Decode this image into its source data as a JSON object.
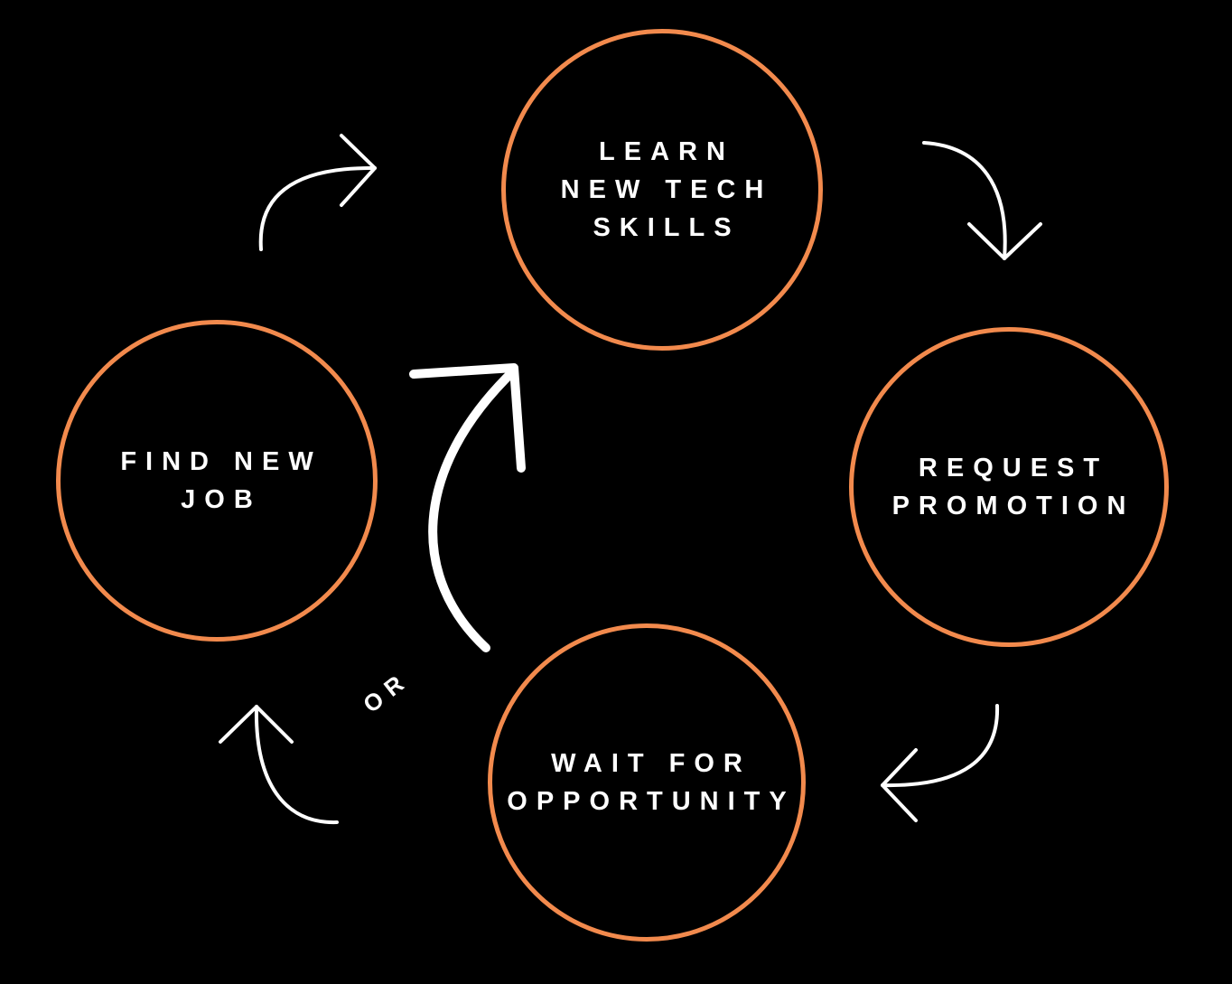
{
  "diagram": {
    "background_color": "#000000",
    "ring_color": "#f28a4d",
    "arrow_color": "#ffffff",
    "nodes": {
      "learn": {
        "lines": [
          "LEARN",
          "NEW TECH",
          "SKILLS"
        ]
      },
      "request": {
        "lines": [
          "REQUEST",
          "PROMOTION"
        ]
      },
      "wait": {
        "lines": [
          "WAIT FOR",
          "OPPORTUNITY"
        ]
      },
      "find": {
        "lines": [
          "FIND NEW",
          "JOB"
        ]
      }
    },
    "or_label": "OR",
    "connections": [
      {
        "from": "find",
        "to": "learn"
      },
      {
        "from": "learn",
        "to": "request"
      },
      {
        "from": "request",
        "to": "wait"
      },
      {
        "from": "wait",
        "to": "find"
      },
      {
        "from": "wait",
        "to": "learn"
      }
    ]
  }
}
